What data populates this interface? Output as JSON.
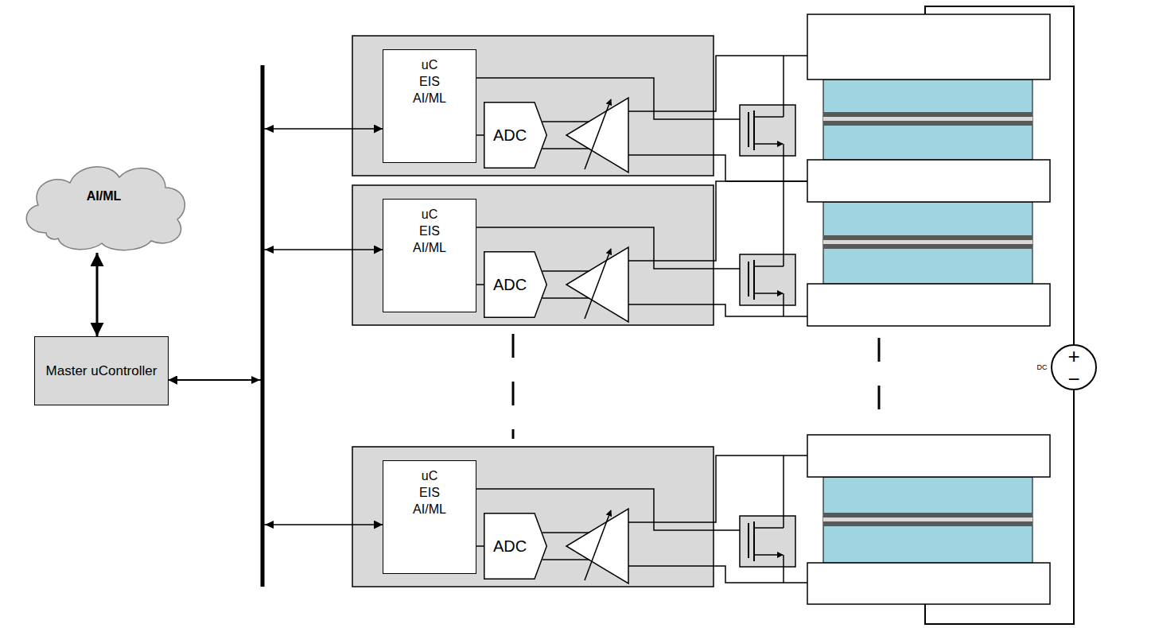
{
  "diagram": {
    "nodes": [
      {
        "text": [
          "AI/ML"
        ]
      },
      {
        "text": [
          "Master uController"
        ]
      },
      {
        "text": [
          "uC EIS AI/ML"
        ]
      },
      {
        "text": [
          "ADC"
        ]
      },
      {
        "text": [
          "uC EIS AI/ML"
        ]
      },
      {
        "text": [
          "ADC"
        ]
      },
      {
        "text": [
          "uC EIS AI/ML"
        ]
      },
      {
        "text": [
          "ADC"
        ]
      }
    ],
    "edges": [
      {
        "from": 0,
        "to": 1,
        "arrow": "both"
      },
      {
        "from": 1,
        "to": 2,
        "arrow": "both"
      },
      {
        "from": 1,
        "to": 4,
        "arrow": "both"
      },
      {
        "from": 1,
        "to": 6,
        "arrow": "both"
      },
      {
        "from": 2,
        "to": 3,
        "arrow": "none"
      },
      {
        "from": 4,
        "to": 5,
        "arrow": "none"
      },
      {
        "from": 6,
        "to": 7,
        "arrow": "none"
      }
    ],
    "labels": [
      "DC",
      "+",
      "−"
    ]
  }
}
